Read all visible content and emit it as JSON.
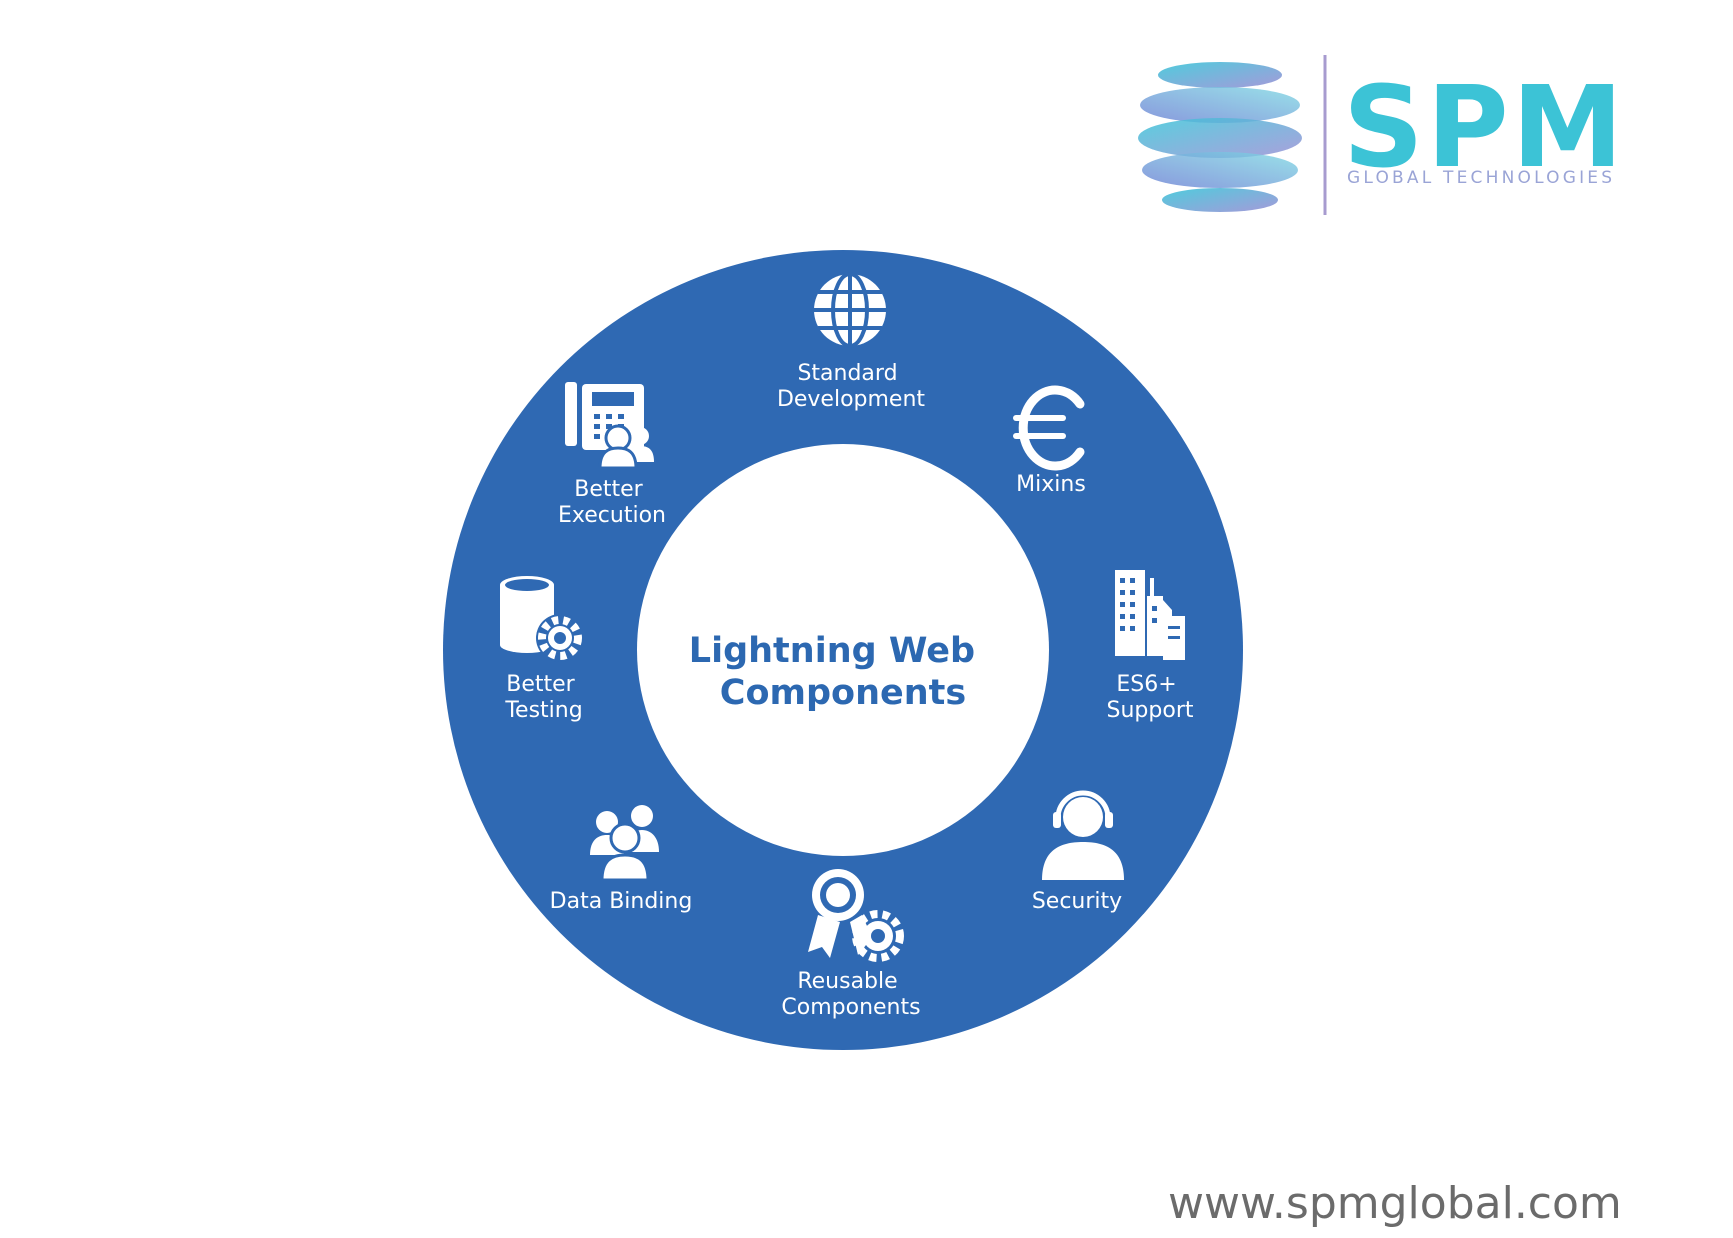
{
  "colors": {
    "ring": "#2f69b3",
    "center_text": "#2c68b1",
    "icon": "#ffffff",
    "logo_teal": "#3cc3d6",
    "logo_purple": "#9aa4d6",
    "website_text": "#6b6b6b"
  },
  "logo": {
    "name": "SPM",
    "tagline": "GLOBAL TECHNOLOGIES"
  },
  "diagram": {
    "center_title": [
      "Lightning Web",
      "Components"
    ],
    "features": [
      {
        "lines": [
          "Standard",
          "Development"
        ],
        "icon": "globe-icon"
      },
      {
        "lines": [
          "Mixins"
        ],
        "icon": "euro-icon"
      },
      {
        "lines": [
          "ES6+",
          "Support"
        ],
        "icon": "buildings-icon"
      },
      {
        "lines": [
          "Security"
        ],
        "icon": "headset-user-icon"
      },
      {
        "lines": [
          "Reusable",
          "Components"
        ],
        "icon": "award-gear-icon"
      },
      {
        "lines": [
          "Data Binding"
        ],
        "icon": "group-users-icon"
      },
      {
        "lines": [
          "Better",
          "Testing"
        ],
        "icon": "database-gear-icon"
      },
      {
        "lines": [
          "Better",
          "Execution"
        ],
        "icon": "phone-users-icon"
      }
    ]
  },
  "footer": {
    "website": "www.spmglobal.com"
  }
}
